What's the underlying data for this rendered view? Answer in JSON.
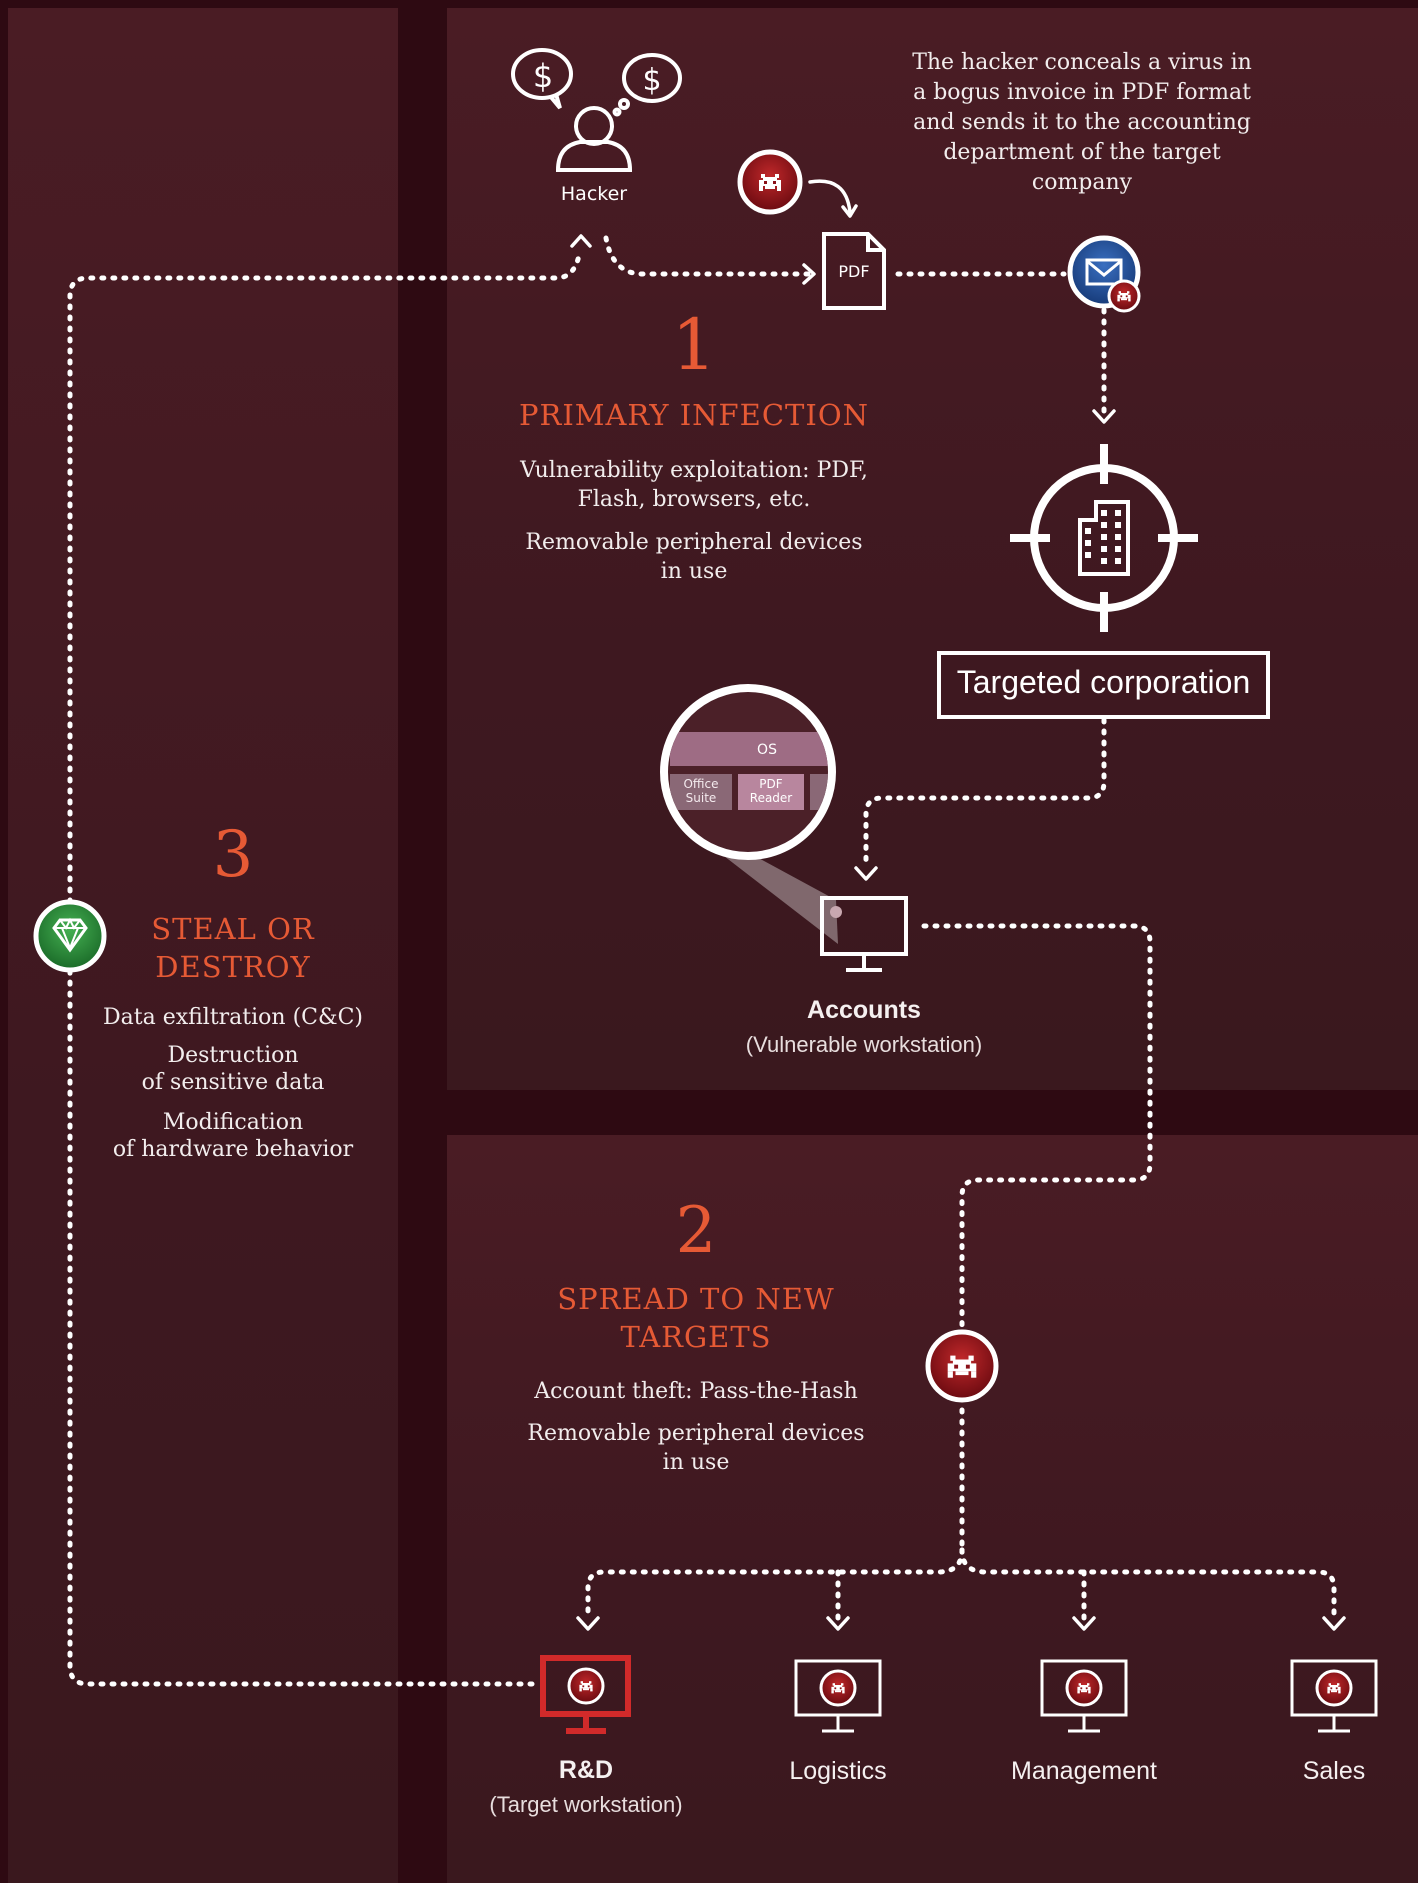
{
  "colors": {
    "accent": "#e65a35",
    "background": "#2e0a12",
    "panel": "#4a1c24",
    "alert": "#d12a2a",
    "green": "#2e9a3e",
    "blue": "#1f4f9a"
  },
  "hacker": {
    "label": "Hacker",
    "icon": "hacker-person-icon"
  },
  "pdf": {
    "label": "PDF",
    "icon": "pdf-document-icon"
  },
  "note": {
    "line1": "The hacker conceals a virus in",
    "line2": "a bogus invoice in PDF format",
    "line3": "and sends it to the accounting",
    "line4": "department of the target",
    "line5": "company"
  },
  "stage1": {
    "number": "1",
    "title": "PRIMARY INFECTION",
    "item1_line1": "Vulnerability exploitation: PDF,",
    "item1_line2": "Flash, browsers, etc.",
    "item2_line1": "Removable peripheral devices",
    "item2_line2": "in use"
  },
  "target": {
    "label": "Targeted corporation",
    "icon": "crosshair-building-icon"
  },
  "zoom": {
    "os": "OS",
    "app1_line1": "Office",
    "app1_line2": "Suite",
    "app2_line1": "PDF",
    "app2_line2": "Reader"
  },
  "accounts": {
    "label": "Accounts",
    "sublabel": "(Vulnerable workstation)"
  },
  "stage2": {
    "number": "2",
    "title_line1": "SPREAD TO NEW",
    "title_line2": "TARGETS",
    "item1": "Account theft: Pass-the-Hash",
    "item2_line1": "Removable peripheral devices",
    "item2_line2": "in use"
  },
  "stage3": {
    "number": "3",
    "title_line1": "STEAL OR",
    "title_line2": "DESTROY",
    "item1": "Data exfiltration (C&C)",
    "item2_line1": "Destruction",
    "item2_line2": "of sensitive data",
    "item3_line1": "Modification",
    "item3_line2": "of hardware behavior"
  },
  "workstations": [
    {
      "label": "R&D",
      "sublabel": "(Target workstation)"
    },
    {
      "label": "Logistics"
    },
    {
      "label": "Management"
    },
    {
      "label": "Sales"
    }
  ]
}
